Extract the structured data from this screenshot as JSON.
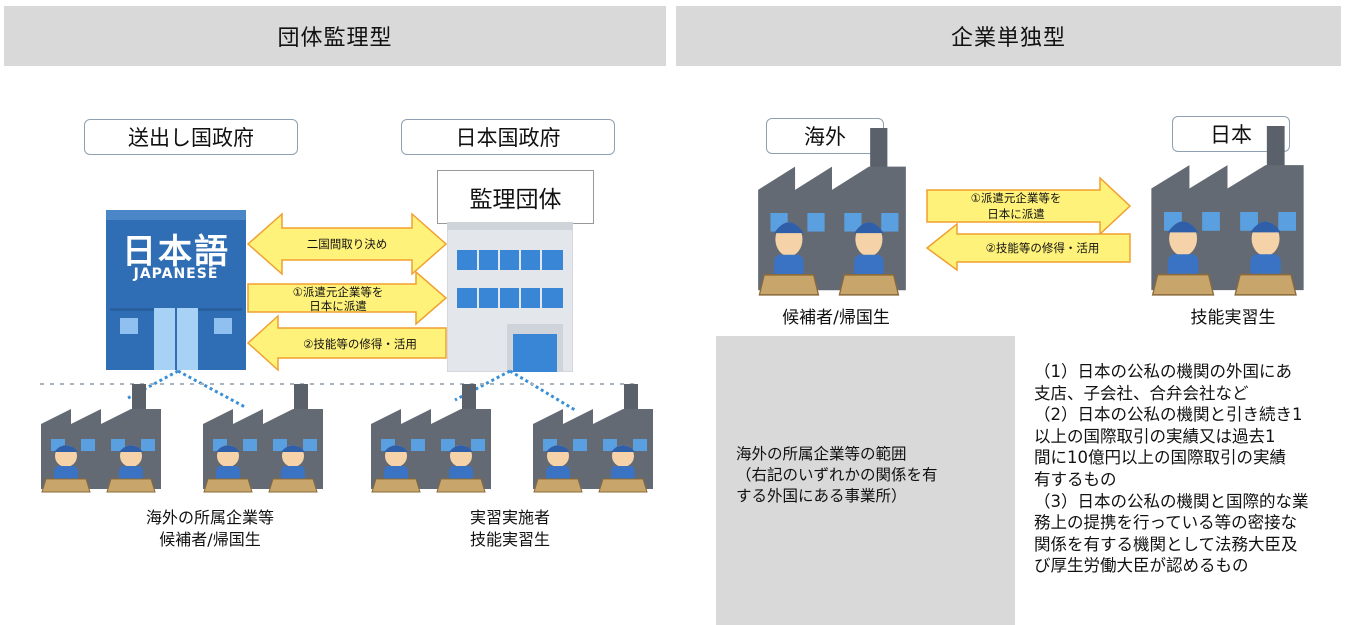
{
  "headers": {
    "left": "団体監理型",
    "right": "企業単独型"
  },
  "left": {
    "sending_gov": "送出し国政府",
    "japan_gov": "日本国政府",
    "supervising_org": "監理団体",
    "school_sign_main": "日本語",
    "school_sign_sub": "JAPANESE",
    "arrows": {
      "bilateral": "二国間取り決め",
      "dispatch_line1": "①派遣元企業等を",
      "dispatch_line2": "日本に派遣",
      "skills": "②技能等の修得・活用"
    },
    "overseas_line1": "海外の所属企業等",
    "overseas_line2": "候補者/帰国生",
    "implementer_line1": "実習実施者",
    "implementer_line2": "技能実習生"
  },
  "right": {
    "overseas": "海外",
    "japan": "日本",
    "arrows": {
      "dispatch_line1": "①派遣元企業等を",
      "dispatch_line2": "日本に派遣",
      "skills": "②技能等の修得・活用"
    },
    "candidate_caption": "候補者/帰国生",
    "trainee_caption": "技能実習生",
    "scope_line1": "海外の所属企業等の範囲",
    "scope_line2": "（右記のいずれかの関係を有",
    "scope_line3": "する外国にある事業所）",
    "conditions": [
      "（1）日本の公私の機関の外国にあ",
      "支店、子会社、合弁会社など",
      "（2）日本の公私の機関と引き続き1",
      "以上の国際取引の実績又は過去1",
      "間に10億円以上の国際取引の実績",
      "有するもの",
      "（3）日本の公私の機関と国際的な業",
      "務上の提携を行っている等の密接な",
      "関係を有する機関として法務大臣及",
      "び厚生労働大臣が認めるもの"
    ]
  },
  "colors": {
    "header_gray": "#d9d9d9",
    "arrow_fill": "#fff27a",
    "arrow_stroke": "#f0a030",
    "school_blue": "#2f6eb5",
    "factory_gray": "#5f6670",
    "worker_blue": "#3a73c4",
    "dotted_line": "#3a8fd6"
  }
}
